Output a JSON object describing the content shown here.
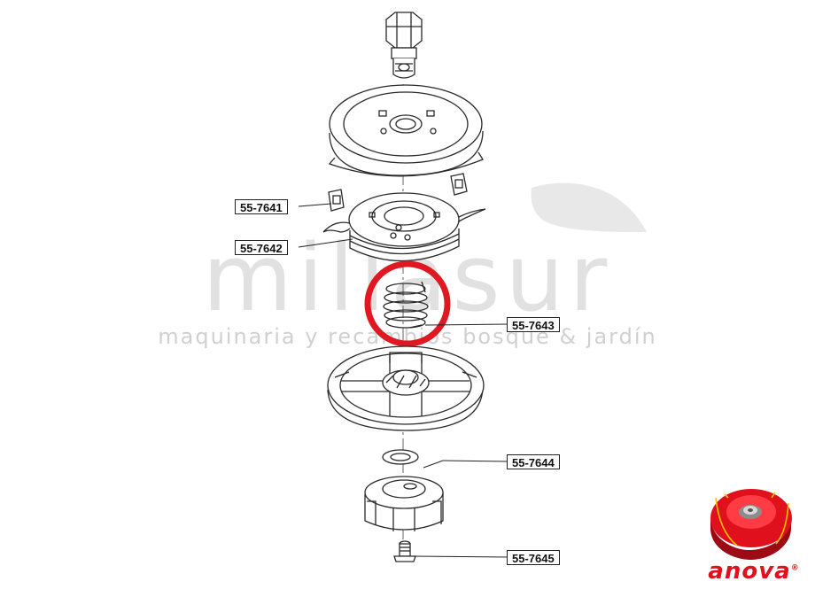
{
  "watermark": {
    "brand": "millasur",
    "tagline": "maquinaria y recambios bosque & jardín"
  },
  "parts": [
    {
      "code": "55-7641"
    },
    {
      "code": "55-7642"
    },
    {
      "code": "55-7643",
      "highlighted": true
    },
    {
      "code": "55-7644"
    },
    {
      "code": "55-7645"
    }
  ],
  "logo": {
    "text": "anova",
    "trademark": "®",
    "color": "#e0101c"
  },
  "colors": {
    "highlight": "#e01822",
    "line": "#2a2a2a"
  }
}
